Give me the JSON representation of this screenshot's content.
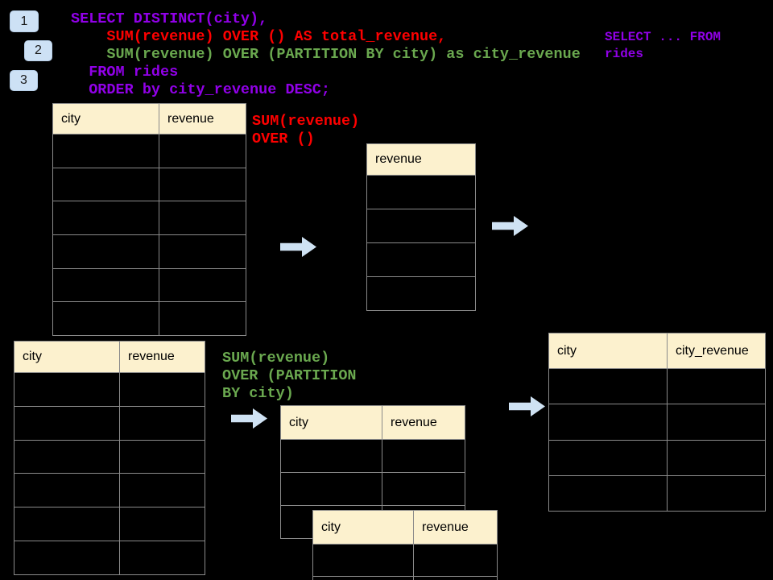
{
  "colors": {
    "purple": "#9100E8",
    "red": "#FE0000",
    "green": "#6AA84F",
    "header_fill": "#FCF1CE",
    "arrow_fill": "#CFE2F3",
    "badge_fill": "#CDE1F5",
    "border_gray": "#8A8A8A"
  },
  "badges": [
    {
      "label": "1"
    },
    {
      "label": "2"
    },
    {
      "label": "3"
    }
  ],
  "sql": {
    "lines": [
      {
        "text": "SELECT DISTINCT(city),",
        "color": "purple"
      },
      {
        "text": "    SUM(revenue) OVER () AS total_revenue,",
        "color": "red"
      },
      {
        "text": "    SUM(revenue) OVER (PARTITION BY city) as city_revenue",
        "color": "green"
      },
      {
        "text": "  FROM rides",
        "color": "purple"
      },
      {
        "text": "  ORDER by city_revenue DESC;",
        "color": "purple"
      }
    ]
  },
  "side_sql": {
    "lines": [
      {
        "text": "SELECT ... FROM",
        "color": "purple"
      },
      {
        "text": "rides",
        "color": "purple"
      }
    ]
  },
  "annotations": {
    "total": {
      "lines": [
        {
          "text": "SUM(revenue)",
          "color": "red"
        },
        {
          "text": "OVER ()",
          "color": "red"
        }
      ]
    },
    "partition": {
      "lines": [
        {
          "text": "SUM(revenue)",
          "color": "green"
        },
        {
          "text": "OVER (PARTITION",
          "color": "green"
        },
        {
          "text": "BY city)",
          "color": "green"
        }
      ]
    }
  },
  "tables": {
    "source_top": {
      "columns": [
        "city",
        "revenue"
      ],
      "body_rows": 6,
      "cell_values": []
    },
    "revenue_only": {
      "columns": [
        "revenue"
      ],
      "body_rows": 4,
      "cell_values": []
    },
    "source_bottom": {
      "columns": [
        "city",
        "revenue"
      ],
      "body_rows": 6,
      "cell_values": []
    },
    "partition_a": {
      "columns": [
        "city",
        "revenue"
      ],
      "body_rows": 3,
      "cell_values": []
    },
    "partition_b": {
      "columns": [
        "city",
        "revenue"
      ],
      "body_rows": 2,
      "cell_values": []
    },
    "result": {
      "columns": [
        "city",
        "city_revenue"
      ],
      "body_rows": 4,
      "cell_values": []
    }
  }
}
